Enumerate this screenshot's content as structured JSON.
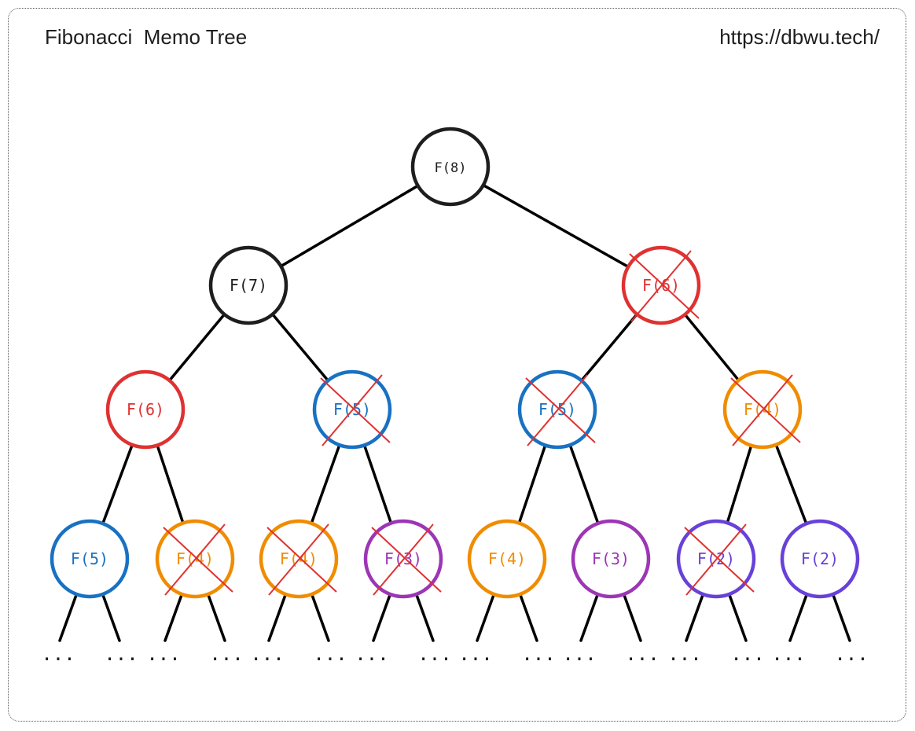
{
  "header": {
    "title": "Fibonacci  Memo Tree",
    "url": "https://dbwu.tech/"
  },
  "colors": {
    "black": "#1e1e1e",
    "red": "#e03131",
    "blue": "#1971c2",
    "orange": "#f08c00",
    "purple": "#9c36b5",
    "violet": "#6741d9"
  },
  "nodes": [
    {
      "id": "n8",
      "label": "F(8)",
      "color": "black",
      "crossed": false
    },
    {
      "id": "n7",
      "label": "F(7)",
      "color": "black",
      "crossed": false
    },
    {
      "id": "n6r",
      "label": "F(6)",
      "color": "red",
      "crossed": true
    },
    {
      "id": "n6l",
      "label": "F(6)",
      "color": "red",
      "crossed": false
    },
    {
      "id": "n5a",
      "label": "F(5)",
      "color": "blue",
      "crossed": true
    },
    {
      "id": "n5b",
      "label": "F(5)",
      "color": "blue",
      "crossed": true
    },
    {
      "id": "n4a",
      "label": "F(4)",
      "color": "orange",
      "crossed": true
    },
    {
      "id": "n5c",
      "label": "F(5)",
      "color": "blue",
      "crossed": false
    },
    {
      "id": "n4b",
      "label": "F(4)",
      "color": "orange",
      "crossed": true
    },
    {
      "id": "n4c",
      "label": "F(4)",
      "color": "orange",
      "crossed": true
    },
    {
      "id": "n3a",
      "label": "F(3)",
      "color": "purple",
      "crossed": true
    },
    {
      "id": "n4d",
      "label": "F(4)",
      "color": "orange",
      "crossed": false
    },
    {
      "id": "n3b",
      "label": "F(3)",
      "color": "purple",
      "crossed": false
    },
    {
      "id": "n2a",
      "label": "F(2)",
      "color": "violet",
      "crossed": true
    },
    {
      "id": "n2b",
      "label": "F(2)",
      "color": "violet",
      "crossed": false
    }
  ],
  "edges": [
    [
      "n8",
      "n7"
    ],
    [
      "n8",
      "n6r"
    ],
    [
      "n7",
      "n6l"
    ],
    [
      "n7",
      "n5a"
    ],
    [
      "n6r",
      "n5b"
    ],
    [
      "n6r",
      "n4a"
    ],
    [
      "n6l",
      "n5c"
    ],
    [
      "n6l",
      "n4b"
    ],
    [
      "n5a",
      "n4c"
    ],
    [
      "n5a",
      "n3a"
    ],
    [
      "n5b",
      "n4d"
    ],
    [
      "n5b",
      "n3b"
    ],
    [
      "n4a",
      "n2a"
    ],
    [
      "n4a",
      "n2b"
    ]
  ],
  "leaf_ellipsis": "..."
}
